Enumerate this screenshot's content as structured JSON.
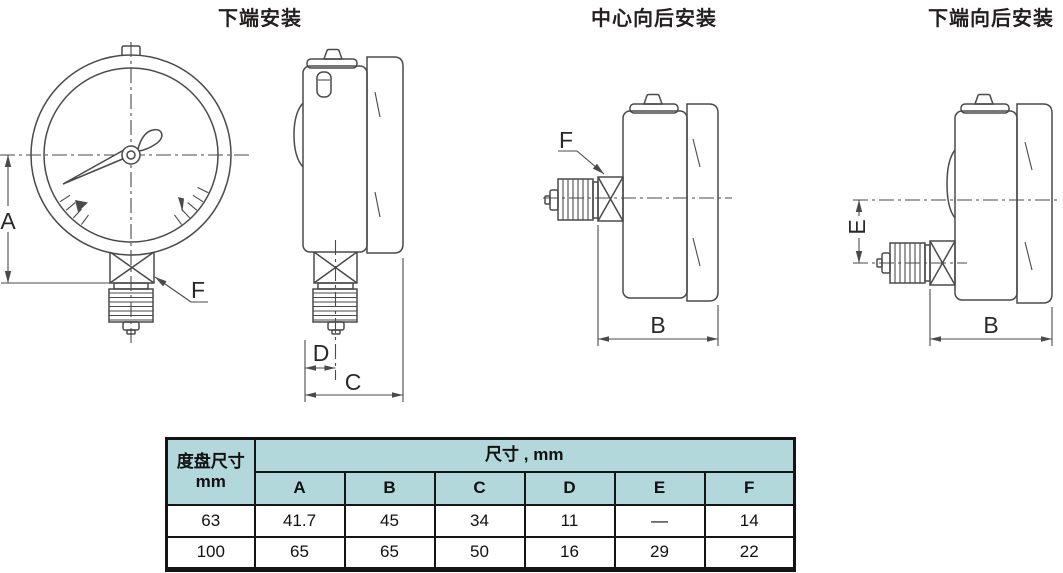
{
  "diagrams": [
    {
      "title": "下端安装",
      "dims": {
        "a": "A",
        "f": "F",
        "d": "D",
        "c": "C"
      }
    },
    {
      "title": "中心向后安装",
      "dims": {
        "f": "F",
        "b": "B"
      }
    },
    {
      "title": "下端向后安装",
      "dims": {
        "e": "E",
        "b": "B"
      }
    }
  ],
  "table": {
    "dial_header_line1": "度盘尺寸",
    "dial_header_line2": "mm",
    "dims_header": "尺寸 , mm",
    "columns": [
      "A",
      "B",
      "C",
      "D",
      "E",
      "F"
    ],
    "rows": [
      {
        "dial_size": "63",
        "values": [
          "41.7",
          "45",
          "34",
          "11",
          "—",
          "14"
        ]
      },
      {
        "dial_size": "100",
        "values": [
          "65",
          "65",
          "50",
          "16",
          "29",
          "22"
        ]
      }
    ]
  },
  "colors": {
    "table_header_bg": "#b2d8db",
    "table_border": "#141414",
    "drawing_line": "#4a4a4a",
    "text": "#241f1f"
  }
}
